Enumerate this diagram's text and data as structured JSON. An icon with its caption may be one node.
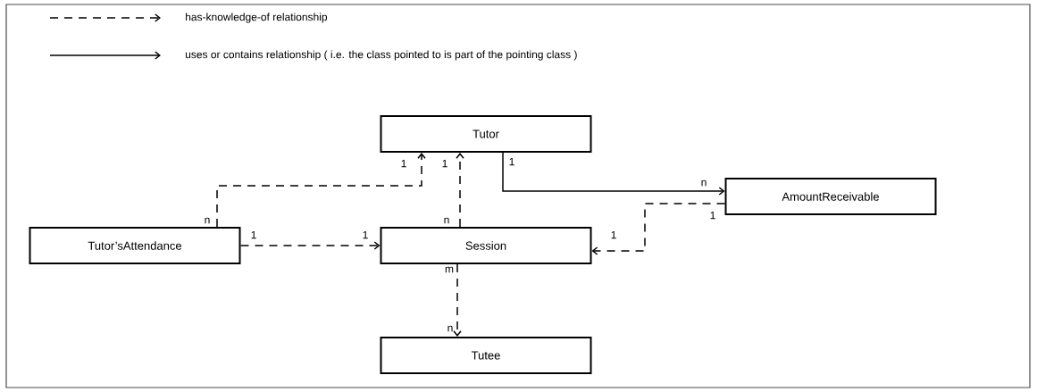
{
  "diagram": {
    "nodes": [
      {
        "text": [
          "Tutor"
        ]
      },
      {
        "text": [
          "AmountReceivable"
        ]
      },
      {
        "text": [
          "Tutor’sAttendance"
        ]
      },
      {
        "text": [
          "Session"
        ]
      },
      {
        "text": [
          "Tutee"
        ]
      }
    ],
    "edges": [
      {
        "from": 2,
        "to": 0,
        "arrow": "to",
        "style": "dashed"
      },
      {
        "from": 3,
        "to": 0,
        "arrow": "to",
        "style": "dashed"
      },
      {
        "from": 0,
        "to": 1,
        "arrow": "to"
      },
      {
        "from": 2,
        "to": 3,
        "arrow": "to",
        "style": "dashed"
      },
      {
        "from": 1,
        "to": 3,
        "arrow": "to",
        "style": "dashed"
      },
      {
        "from": 3,
        "to": 4,
        "arrow": "to",
        "style": "dashed"
      }
    ],
    "labels": [
      "1",
      "1",
      "1",
      "n",
      "n",
      "n",
      "1",
      "1",
      "1",
      "1",
      "m",
      "n"
    ],
    "legend": [
      {
        "text": "has-knowledge-of relationship"
      },
      {
        "text": "uses or contains relationship  ( i.e. the class pointed to is part of the pointing class )"
      }
    ]
  }
}
